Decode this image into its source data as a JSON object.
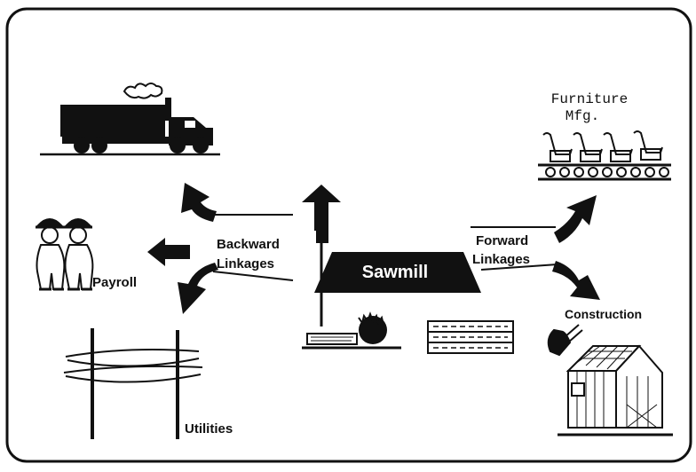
{
  "center": {
    "label": "Sawmill"
  },
  "backward": {
    "line1": "Backward",
    "line2": "Linkages"
  },
  "forward": {
    "line1": "Forward",
    "line2": "Linkages"
  },
  "items": {
    "payroll": "Payroll",
    "utilities": "Utilities",
    "furniture_line1": "Furniture",
    "furniture_line2": "Mfg.",
    "construction": "Construction"
  },
  "colors": {
    "ink": "#111111",
    "paper": "#ffffff"
  }
}
